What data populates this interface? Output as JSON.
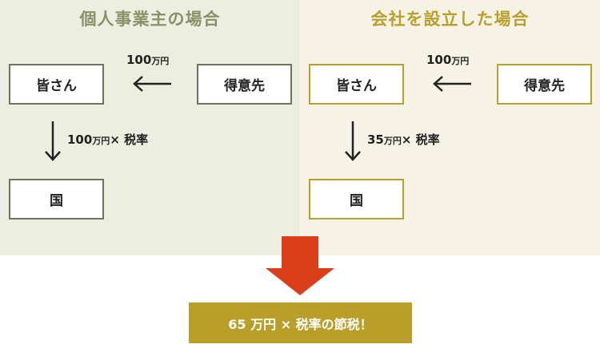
{
  "left": {
    "title": "個人事業主の場合",
    "you": "皆さん",
    "client": "得意先",
    "payment_amount": "100",
    "payment_unit": "万円",
    "tax_amount": "100",
    "tax_unit": "万円",
    "tax_suffix": "× 税率",
    "state": "国"
  },
  "right": {
    "title": "会社を設立した場合",
    "you": "皆さん",
    "client": "得意先",
    "payment_amount": "100",
    "payment_unit": "万円",
    "tax_amount": "35",
    "tax_unit": "万円",
    "tax_suffix": "× 税率",
    "state": "国"
  },
  "result": "65 万円 × 税率の節税！",
  "colors": {
    "left_bg": "#ecefe0",
    "right_bg": "#f6f3e6",
    "left_title": "#8c9069",
    "right_title": "#b9a02d",
    "big_arrow": "#d9401a",
    "result_bg": "#b99e2a"
  }
}
